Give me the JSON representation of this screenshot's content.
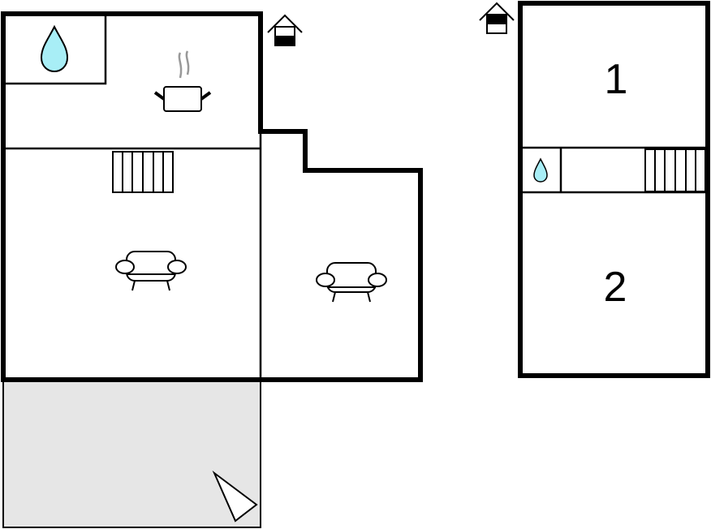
{
  "plan": {
    "ground_floor": {
      "rooms": [
        "bathroom",
        "kitchen",
        "living-room",
        "living-room-annex",
        "terrace"
      ],
      "level_icon": "house-ground-floor-icon"
    },
    "upper_floor": {
      "room_labels": [
        "1",
        "2"
      ],
      "level_icon": "house-upper-floor-icon"
    }
  },
  "colors": {
    "wall": "#000000",
    "water": "#a8eef6",
    "terrace": "#e6e6e6",
    "steam": "#999999"
  }
}
